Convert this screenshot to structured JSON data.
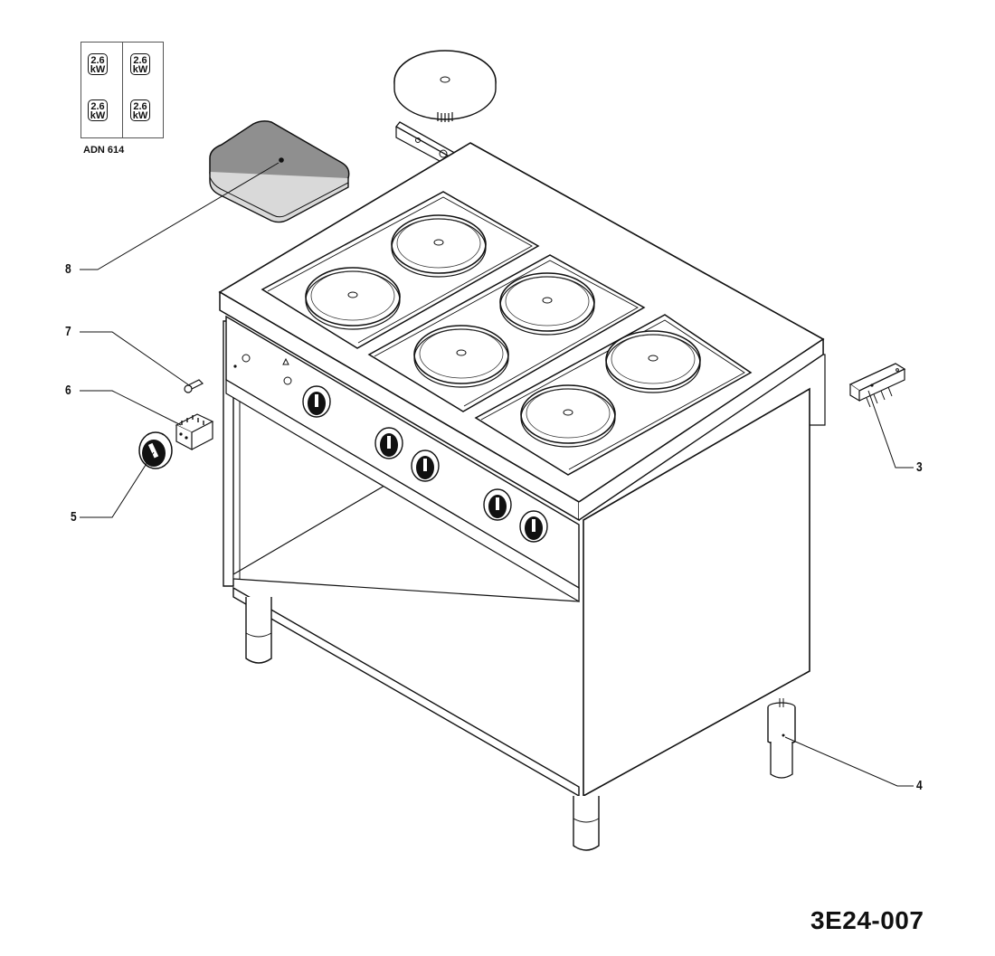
{
  "power_panel": {
    "zones": [
      {
        "value": "2.6",
        "unit": "kW"
      },
      {
        "value": "2.6",
        "unit": "kW"
      },
      {
        "value": "2.6",
        "unit": "kW"
      },
      {
        "value": "2.6",
        "unit": "kW"
      }
    ],
    "model": "ADN 614"
  },
  "callouts": {
    "c3": "3",
    "c4": "4",
    "c5": "5",
    "c6": "6",
    "c7": "7",
    "c8": "8"
  },
  "drawing_code": "3E24-007"
}
